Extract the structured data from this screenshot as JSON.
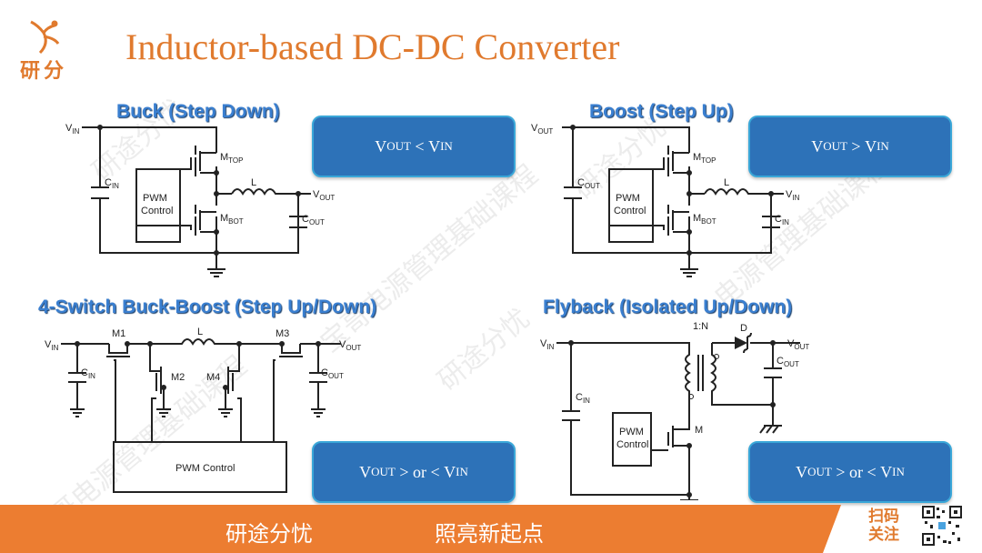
{
  "logo": {
    "text": "研分"
  },
  "title": "Inductor-based DC-DC Converter",
  "sections": {
    "buck": {
      "title": "Buck (Step Down)",
      "condition": {
        "lhs": "V",
        "lhs_sub": "OUT",
        "op": " < ",
        "rhs": "V",
        "rhs_sub": "IN"
      },
      "labels": {
        "vin": "V",
        "vin_sub": "IN",
        "cin": "C",
        "cin_sub": "IN",
        "mtop": "M",
        "mtop_sub": "TOP",
        "mbot": "M",
        "mbot_sub": "BOT",
        "l": "L",
        "vout": "V",
        "vout_sub": "OUT",
        "cout": "C",
        "cout_sub": "OUT",
        "pwm1": "PWM",
        "pwm2": "Control"
      }
    },
    "boost": {
      "title": "Boost (Step Up)",
      "condition": {
        "lhs": "V",
        "lhs_sub": "OUT",
        "op": " > ",
        "rhs": "V",
        "rhs_sub": "IN"
      },
      "labels": {
        "vout": "V",
        "vout_sub": "OUT",
        "cout": "C",
        "cout_sub": "OUT",
        "mtop": "M",
        "mtop_sub": "TOP",
        "mbot": "M",
        "mbot_sub": "BOT",
        "l": "L",
        "vin": "V",
        "vin_sub": "IN",
        "cin": "C",
        "cin_sub": "IN",
        "pwm1": "PWM",
        "pwm2": "Control"
      }
    },
    "buckboost": {
      "title": "4-Switch Buck-Boost (Step Up/Down)",
      "condition": {
        "lhs": "V",
        "lhs_sub": "OUT",
        "op": " > or < ",
        "rhs": "V",
        "rhs_sub": "IN"
      },
      "labels": {
        "vin": "V",
        "vin_sub": "IN",
        "cin": "C",
        "cin_sub": "IN",
        "m1": "M1",
        "m2": "M2",
        "m3": "M3",
        "m4": "M4",
        "l": "L",
        "vout": "V",
        "vout_sub": "OUT",
        "cout": "C",
        "cout_sub": "OUT",
        "pwm": "PWM Control"
      }
    },
    "flyback": {
      "title": "Flyback (Isolated Up/Down)",
      "condition": {
        "lhs": "V",
        "lhs_sub": "OUT",
        "op": " > or < ",
        "rhs": "V",
        "rhs_sub": "IN"
      },
      "labels": {
        "vin": "V",
        "vin_sub": "IN",
        "cin": "C",
        "cin_sub": "IN",
        "ratio": "1:N",
        "d": "D",
        "vout": "V",
        "vout_sub": "OUT",
        "cout": "C",
        "cout_sub": "OUT",
        "m": "M",
        "pwm1": "PWM",
        "pwm2": "Control"
      }
    }
  },
  "footer": {
    "left": "研途分忧",
    "right": "照亮新起点",
    "scan": "扫码关注"
  },
  "watermarks": [
    "研途分忧",
    "宝哥电源管理基础课程",
    "研途分忧",
    "电源管理基础课程",
    "研途分忧",
    "宝哥电源管理基础课程"
  ],
  "colors": {
    "accent": "#e07a2e",
    "box": "#2d72b8",
    "title_blue": "#3a7fd0"
  }
}
